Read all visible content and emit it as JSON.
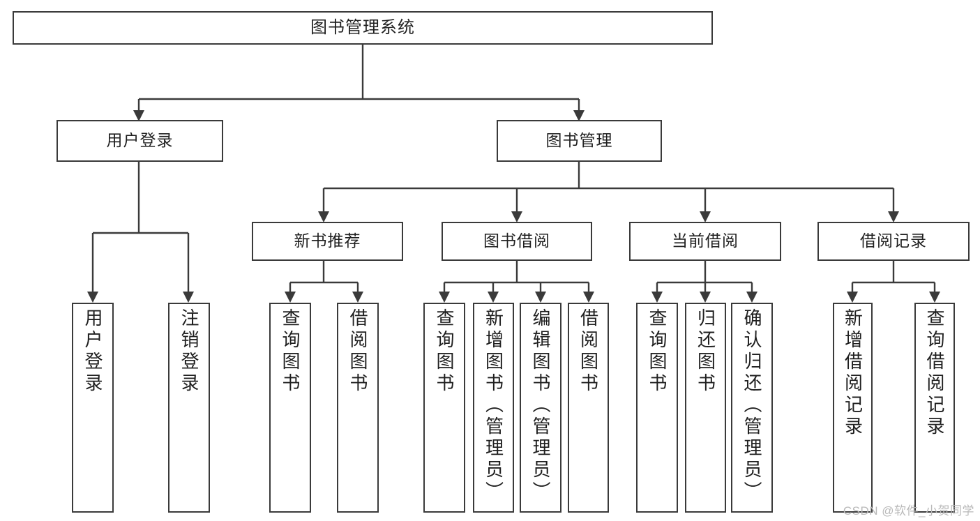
{
  "diagram": {
    "title": "图书管理系统",
    "type": "tree-hierarchy-diagram",
    "colors": {
      "stroke": "#3a3a3a",
      "fill": "#ffffff",
      "text": "#1f1f1f",
      "watermark": "#b9b9b9"
    },
    "root": {
      "label": "图书管理系统"
    },
    "level1": [
      {
        "label": "用户登录"
      },
      {
        "label": "图书管理"
      }
    ],
    "level2": [
      {
        "label": "新书推荐"
      },
      {
        "label": "图书借阅"
      },
      {
        "label": "当前借阅"
      },
      {
        "label": "借阅记录"
      }
    ],
    "leaves": {
      "user_login": [
        {
          "label": "用户登录"
        },
        {
          "label": "注销登录"
        }
      ],
      "new_book_recommend": [
        {
          "label": "查询图书"
        },
        {
          "label": "借阅图书"
        }
      ],
      "book_borrow": [
        {
          "label": "查询图书"
        },
        {
          "label": "新增图书（管理员）"
        },
        {
          "label": "编辑图书（管理员）"
        },
        {
          "label": "借阅图书"
        }
      ],
      "current_borrow": [
        {
          "label": "查询图书"
        },
        {
          "label": "归还图书"
        },
        {
          "label": "确认归还（管理员）"
        }
      ],
      "borrow_record": [
        {
          "label": "新增借阅记录"
        },
        {
          "label": "查询借阅记录"
        }
      ]
    }
  },
  "watermark": {
    "text": "CSDN @软件_小贺同学"
  }
}
